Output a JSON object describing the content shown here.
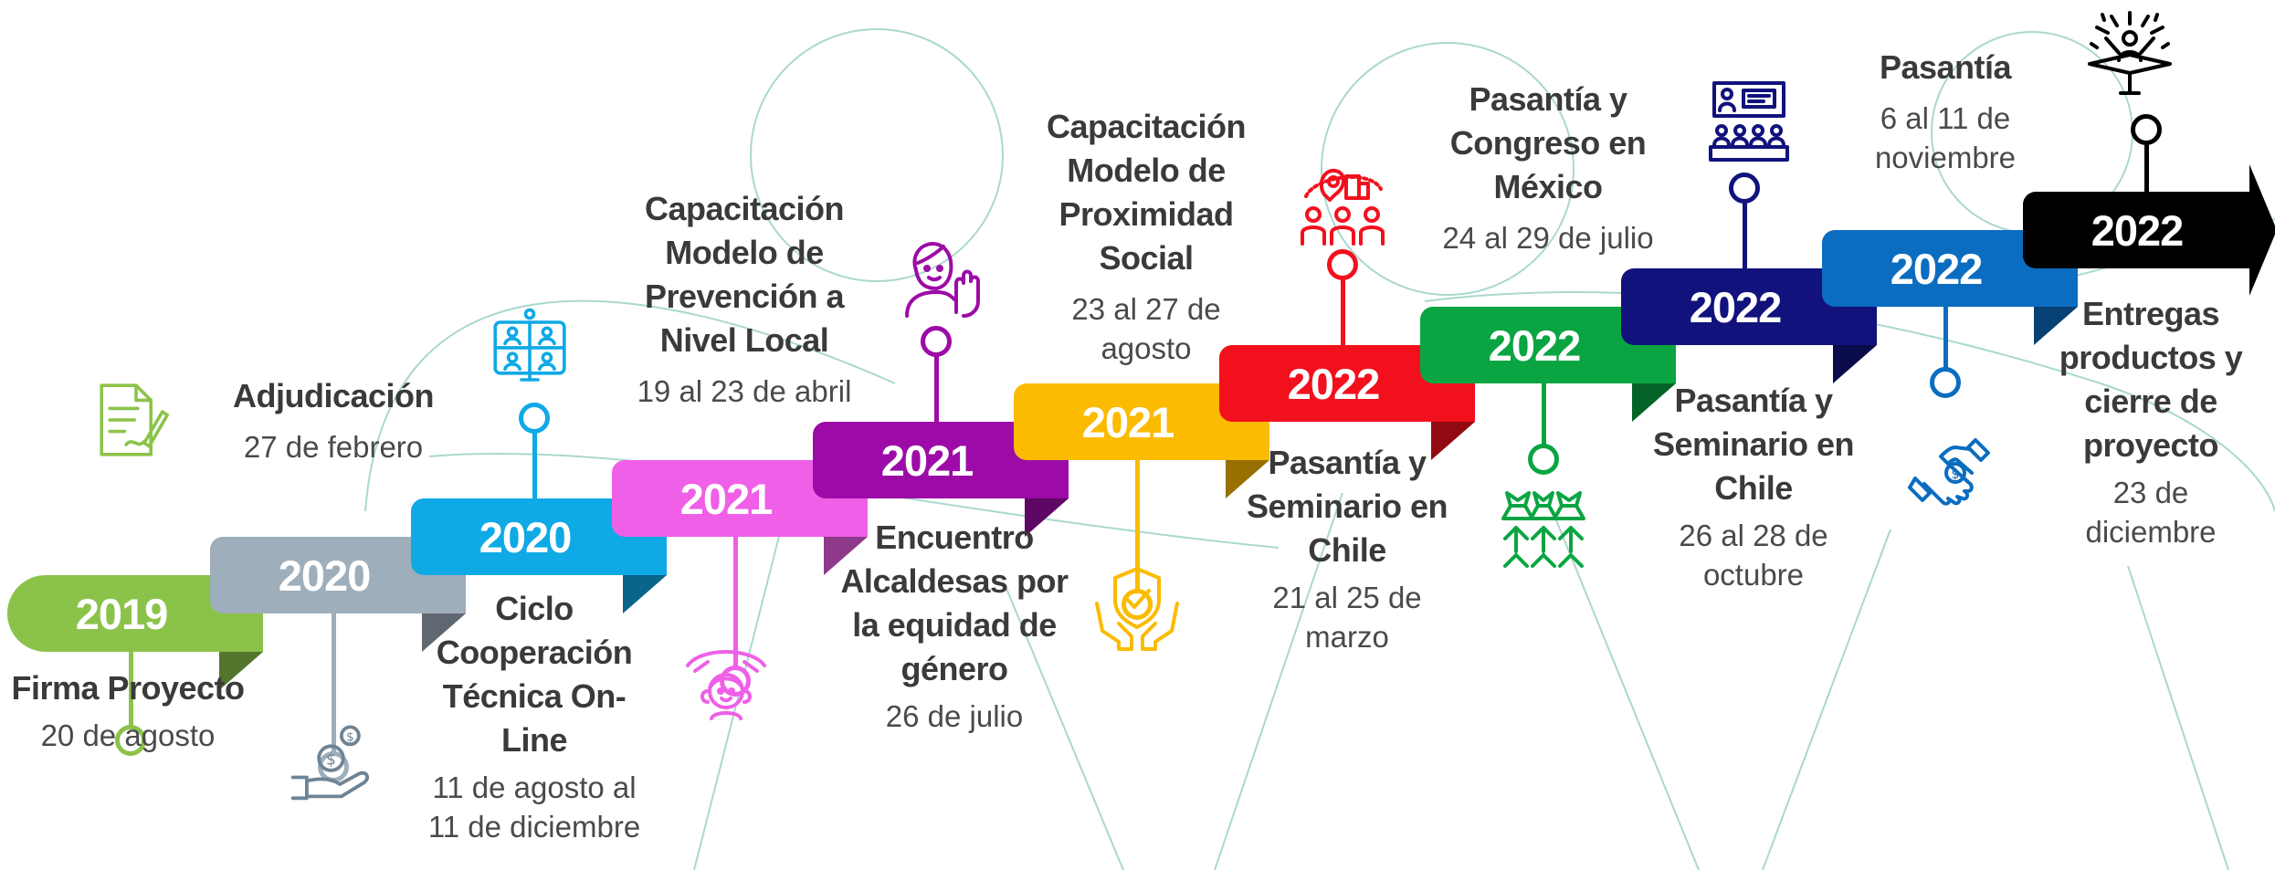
{
  "colors": {
    "green": "#8bc34a",
    "gray": "#9eaebb",
    "cyan": "#0fa9e6",
    "pink": "#ef5fe7",
    "purple": "#9c0ba7",
    "yellow": "#fbbb00",
    "red": "#f2101d",
    "emerald": "#0aa542",
    "navy": "#11127c",
    "blue": "#0b6dc0",
    "black": "#000000"
  },
  "milestones": [
    {
      "year": "2019",
      "title": "Firma Proyecto",
      "date": "20 de agosto",
      "icon": "signed-document-icon"
    },
    {
      "year": "2020",
      "title": "Adjudicación",
      "date": "27 de febrero",
      "icon": "money-hand-icon"
    },
    {
      "year": "2020",
      "title": "Ciclo Cooperación Técnica On-Line",
      "date": "11 de agosto al 11 de diciembre",
      "icon": "video-conference-icon"
    },
    {
      "year": "2021",
      "title": "Capacitación Modelo de Prevención a Nivel Local",
      "date": "19 al 23 de abril",
      "icon": "protected-child-icon"
    },
    {
      "year": "2021",
      "title": "Encuentro Alcaldesas por la equidad de género",
      "date": "26 de julio",
      "icon": "woman-stop-icon"
    },
    {
      "year": "2021",
      "title": "Capacitación Modelo de Proximidad Social",
      "date": "23 al 27 de agosto",
      "icon": "shield-hands-icon"
    },
    {
      "year": "2022",
      "title": "Pasantía y Seminario en Chile",
      "date": "21 al 25 de marzo",
      "icon": "group-location-icon"
    },
    {
      "year": "2022",
      "title": "Pasantía y Congreso en México",
      "date": "24 al 29 de julio",
      "icon": "audience-icon"
    },
    {
      "year": "2022",
      "title": "Pasantía y Seminario en Chile",
      "date": "26 al 28 de octubre",
      "icon": "presentation-audience-icon"
    },
    {
      "year": "2022",
      "title": "Pasantía",
      "date": "6 al 11 de noviembre",
      "icon": "handshake-icon"
    },
    {
      "year": "2022",
      "title": "Entregas productos y cierre de proyecto",
      "date": "23 de diciembre",
      "icon": "celebration-icon"
    }
  ]
}
